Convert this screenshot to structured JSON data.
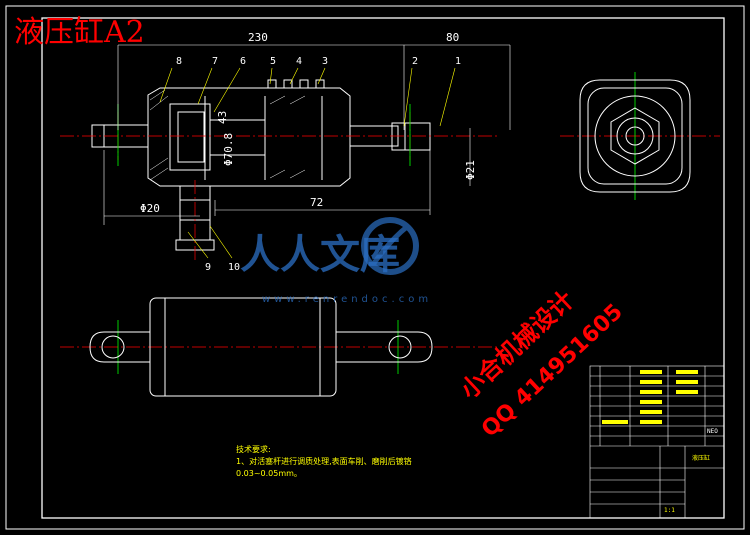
{
  "header": {
    "title": "液压缸A2",
    "title_color": "#ff0000"
  },
  "dimensions": {
    "overall_length": "230",
    "right_length": "80",
    "cyl_diam": "Φ70.8",
    "depth": "43",
    "rod_diam": "Φ21",
    "port_diam": "Φ20",
    "stroke": "72"
  },
  "balloons": {
    "b1": "1",
    "b2": "2",
    "b3": "3",
    "b4": "4",
    "b5": "5",
    "b6": "6",
    "b7": "7",
    "b8": "8",
    "b9": "9",
    "b10": "10"
  },
  "notes": {
    "heading": "技术要求:",
    "line1": "1、对活塞杆进行调质处理,表面车削、磨削后镀铬",
    "line2": "0.03~0.05mm。"
  },
  "watermark": {
    "brand": "人人文库",
    "url": "www.renrendoc.com",
    "promo_line1": "小合机械设计",
    "promo_line2": "QQ 414951605"
  },
  "title_block": {
    "note": "NEO",
    "label": "液压缸",
    "scale": "1:1"
  },
  "colors": {
    "line": "#ffffff",
    "center": "#ff0000",
    "dim": "#ffffff",
    "balloon": "#ffff00",
    "note": "#ffff00",
    "crosshair": "#00ff00",
    "watermark": "#2b6fc4",
    "promo": "#ff0000"
  }
}
